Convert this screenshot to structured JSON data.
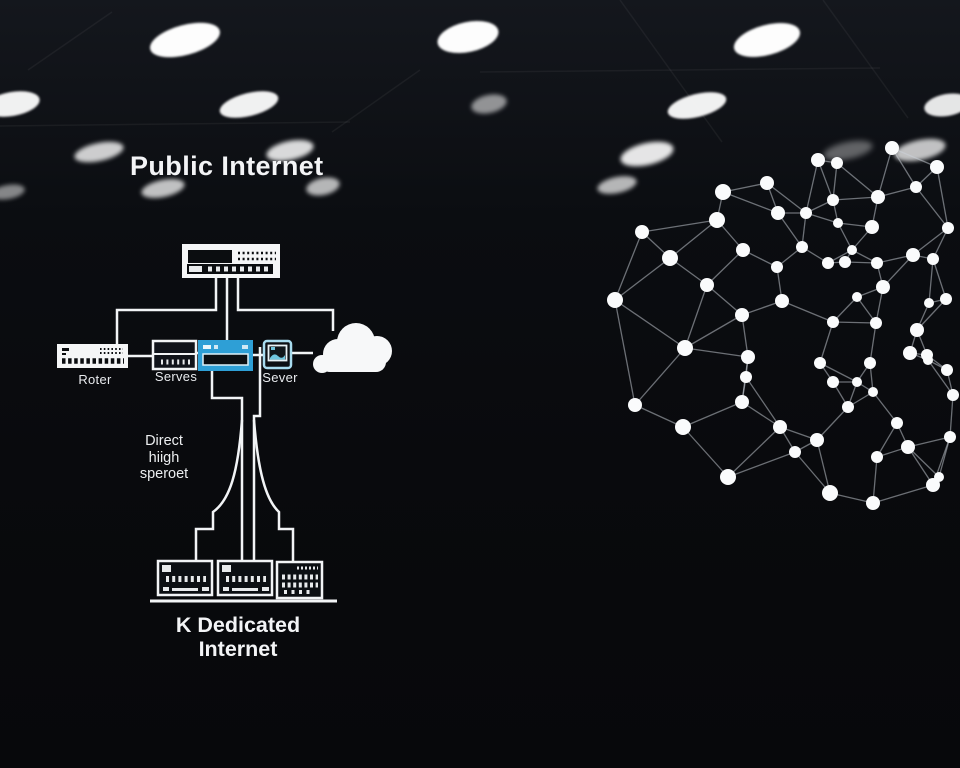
{
  "scene": {
    "title": "Public Internet",
    "note": {
      "line1": "Direct",
      "line2": "hiigh",
      "line3": "speroet"
    },
    "caption": {
      "line1": "K Dedicated",
      "line2": "Internet"
    },
    "devices": {
      "router": "Roter",
      "switch": "Serves",
      "server": "Sever"
    }
  },
  "icons": {
    "cloud": "cloud",
    "core_router": "rack-unit",
    "edge_router": "rack-unit",
    "switch_unit": "server-box",
    "access_device": "device-box",
    "rack_servers": "server-box-row",
    "ceiling_lights": "oval-downlight",
    "node_mesh": "network-graph"
  },
  "colors": {
    "background": "#0b0d11",
    "line_white": "#f2f4f6",
    "accent_blue": "#2e9fd6",
    "device_cyan_border": "#a8dcef",
    "icon_teal": "#6ec6de",
    "node_fill": "#fafbfc",
    "edge_gray": "rgba(205,212,220,0.5)"
  },
  "lights": [
    [
      185,
      40,
      72,
      30,
      -15,
      1,
      1
    ],
    [
      468,
      37,
      62,
      30,
      -12,
      1,
      1
    ],
    [
      767,
      40,
      68,
      30,
      -15,
      1,
      1
    ],
    [
      12,
      104,
      56,
      24,
      -10,
      0.95,
      1
    ],
    [
      249,
      104,
      60,
      23,
      -14,
      0.95,
      1
    ],
    [
      489,
      104,
      36,
      18,
      -12,
      0.55,
      2
    ],
    [
      697,
      105,
      60,
      23,
      -14,
      0.95,
      1
    ],
    [
      947,
      105,
      46,
      22,
      -10,
      0.9,
      1
    ],
    [
      99,
      152,
      50,
      18,
      -12,
      0.8,
      2
    ],
    [
      290,
      150,
      48,
      19,
      -12,
      0.85,
      2
    ],
    [
      647,
      154,
      54,
      22,
      -13,
      0.9,
      2
    ],
    [
      920,
      150,
      52,
      20,
      -12,
      0.75,
      2
    ],
    [
      848,
      150,
      50,
      17,
      -12,
      0.35,
      3
    ],
    [
      163,
      188,
      44,
      17,
      -12,
      0.75,
      2
    ],
    [
      323,
      186,
      34,
      17,
      -12,
      0.7,
      2
    ],
    [
      617,
      185,
      40,
      16,
      -12,
      0.7,
      2
    ],
    [
      8,
      192,
      34,
      14,
      -10,
      0.5,
      2
    ]
  ],
  "network_graph": {
    "nodes": [
      [
        892,
        148,
        7
      ],
      [
        818,
        160,
        7
      ],
      [
        837,
        163,
        6
      ],
      [
        937,
        167,
        7
      ],
      [
        723,
        192,
        8
      ],
      [
        767,
        183,
        7
      ],
      [
        878,
        197,
        7
      ],
      [
        916,
        187,
        6
      ],
      [
        717,
        220,
        8
      ],
      [
        778,
        213,
        7
      ],
      [
        806,
        213,
        6
      ],
      [
        833,
        200,
        6
      ],
      [
        872,
        227,
        7
      ],
      [
        948,
        228,
        6
      ],
      [
        642,
        232,
        7
      ],
      [
        670,
        258,
        8
      ],
      [
        743,
        250,
        7
      ],
      [
        802,
        247,
        6
      ],
      [
        838,
        223,
        5
      ],
      [
        828,
        263,
        6
      ],
      [
        845,
        262,
        6
      ],
      [
        877,
        263,
        6
      ],
      [
        913,
        255,
        7
      ],
      [
        933,
        259,
        6
      ],
      [
        615,
        300,
        8
      ],
      [
        707,
        285,
        7
      ],
      [
        777,
        267,
        6
      ],
      [
        782,
        301,
        7
      ],
      [
        742,
        315,
        7
      ],
      [
        833,
        322,
        6
      ],
      [
        883,
        287,
        7
      ],
      [
        946,
        299,
        6
      ],
      [
        929,
        303,
        5
      ],
      [
        857,
        297,
        5
      ],
      [
        852,
        250,
        5
      ],
      [
        917,
        330,
        7
      ],
      [
        876,
        323,
        6
      ],
      [
        685,
        348,
        8
      ],
      [
        748,
        357,
        7
      ],
      [
        746,
        377,
        6
      ],
      [
        820,
        363,
        6
      ],
      [
        910,
        353,
        7
      ],
      [
        927,
        355,
        6
      ],
      [
        870,
        363,
        6
      ],
      [
        947,
        370,
        6
      ],
      [
        857,
        382,
        5
      ],
      [
        833,
        382,
        6
      ],
      [
        873,
        392,
        5
      ],
      [
        928,
        360,
        5
      ],
      [
        953,
        395,
        6
      ],
      [
        635,
        405,
        7
      ],
      [
        683,
        427,
        8
      ],
      [
        742,
        402,
        7
      ],
      [
        780,
        427,
        7
      ],
      [
        848,
        407,
        6
      ],
      [
        817,
        440,
        7
      ],
      [
        897,
        423,
        6
      ],
      [
        908,
        447,
        7
      ],
      [
        877,
        457,
        6
      ],
      [
        795,
        452,
        6
      ],
      [
        728,
        477,
        8
      ],
      [
        830,
        493,
        8
      ],
      [
        873,
        503,
        7
      ],
      [
        933,
        485,
        7
      ],
      [
        950,
        437,
        6
      ],
      [
        939,
        477,
        5
      ]
    ]
  }
}
